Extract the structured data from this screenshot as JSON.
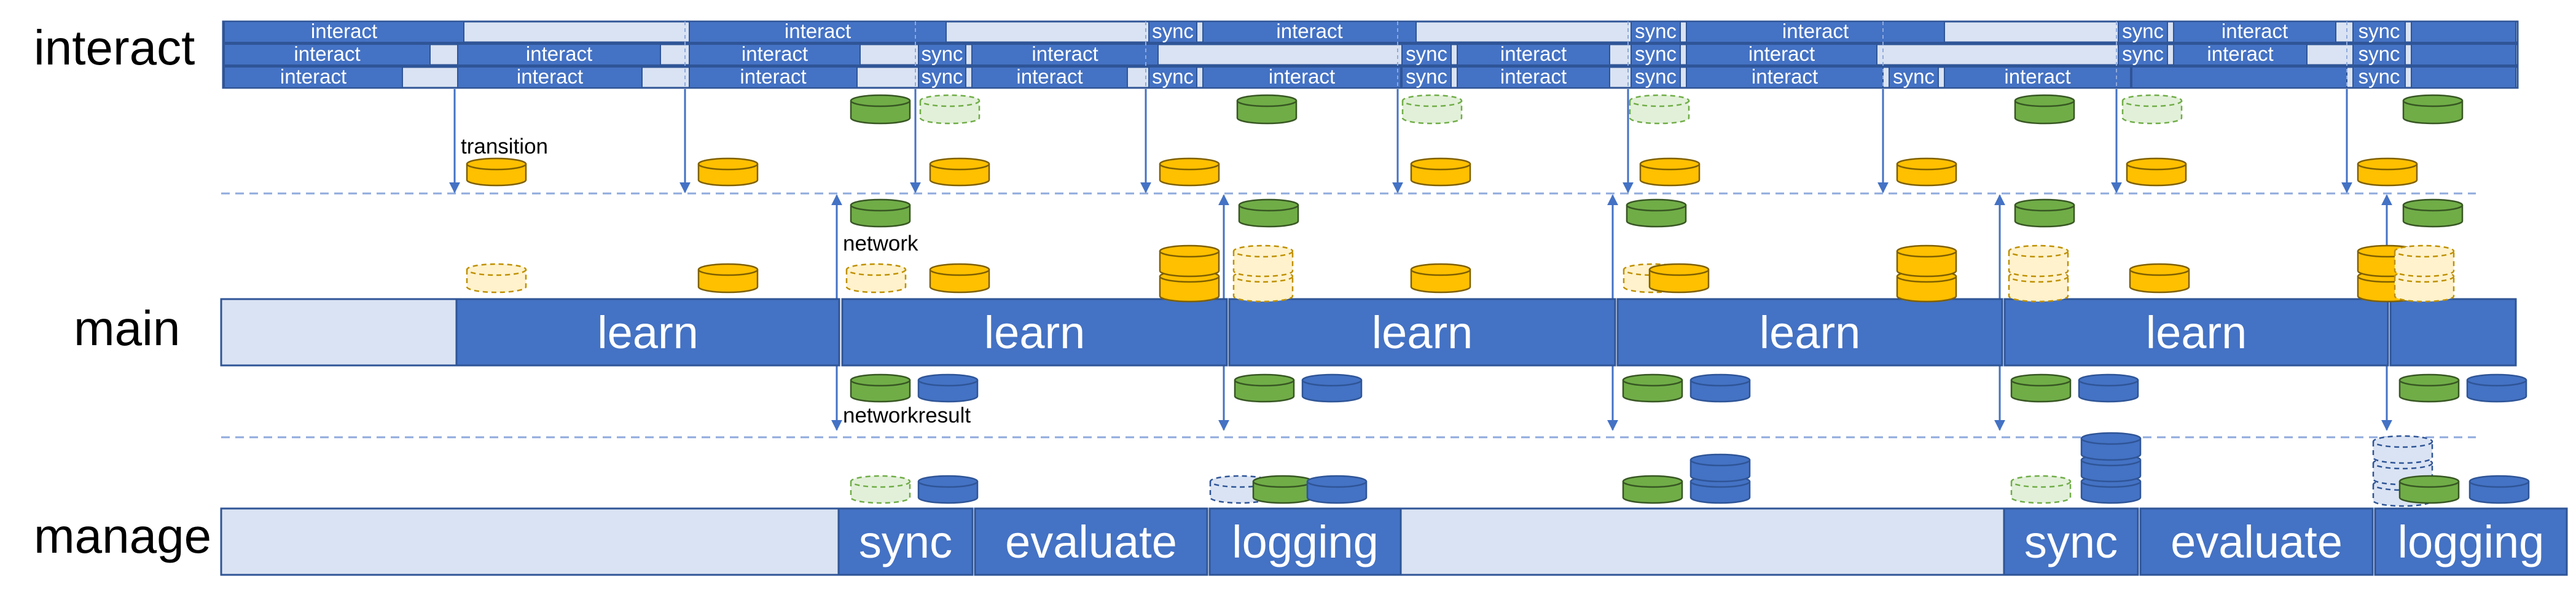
{
  "rows": {
    "interact": "interact",
    "main": "main",
    "manage": "manage"
  },
  "segment_labels": {
    "interact": "interact",
    "sync": "sync",
    "learn": "learn",
    "evaluate": "evaluate",
    "logging": "logging"
  },
  "annotations": {
    "transition": "transition",
    "network": "network",
    "networkresult": "networkresult"
  },
  "colors": {
    "blue_fill": "#4472c4",
    "blue_border": "#2f5597",
    "pale_fill": "#dae3f3",
    "green_fill": "#70ad47",
    "green_border": "#385723",
    "green_ghost": "#e2f0d9",
    "orange_fill": "#ffc000",
    "orange_border": "#7f6000",
    "orange_ghost": "#fff2cc",
    "arrow": "#4472c4",
    "dashed_line": "#8faadc"
  }
}
